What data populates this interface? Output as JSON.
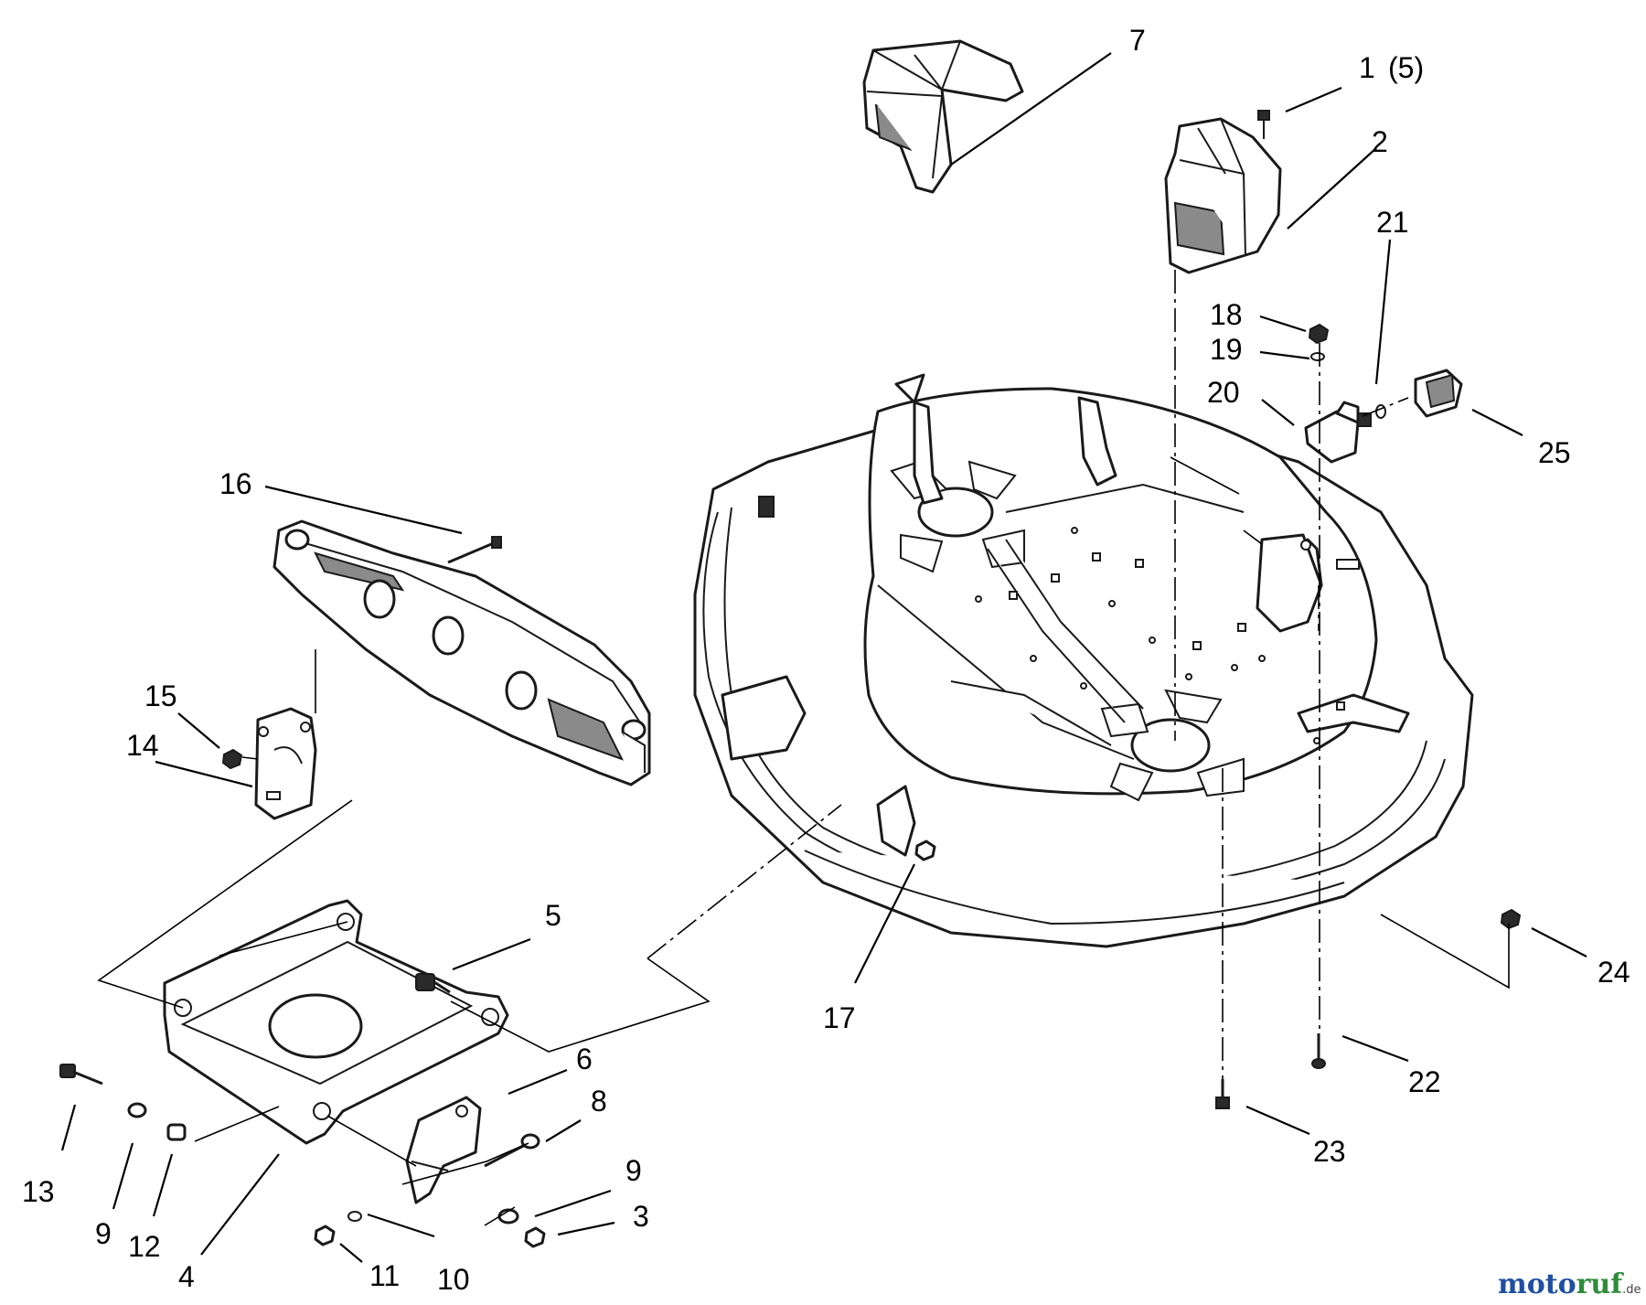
{
  "callouts": [
    {
      "id": "c1",
      "text": "1"
    },
    {
      "id": "c1q",
      "text": "(5)"
    },
    {
      "id": "c2",
      "text": "2"
    },
    {
      "id": "c3",
      "text": "3"
    },
    {
      "id": "c4",
      "text": "4"
    },
    {
      "id": "c5",
      "text": "5"
    },
    {
      "id": "c6",
      "text": "6"
    },
    {
      "id": "c7",
      "text": "7"
    },
    {
      "id": "c8",
      "text": "8"
    },
    {
      "id": "c9a",
      "text": "9"
    },
    {
      "id": "c9b",
      "text": "9"
    },
    {
      "id": "c10",
      "text": "10"
    },
    {
      "id": "c11",
      "text": "11"
    },
    {
      "id": "c12",
      "text": "12"
    },
    {
      "id": "c13",
      "text": "13"
    },
    {
      "id": "c14",
      "text": "14"
    },
    {
      "id": "c15",
      "text": "15"
    },
    {
      "id": "c16",
      "text": "16"
    },
    {
      "id": "c17",
      "text": "17"
    },
    {
      "id": "c18",
      "text": "18"
    },
    {
      "id": "c19",
      "text": "19"
    },
    {
      "id": "c20",
      "text": "20"
    },
    {
      "id": "c21",
      "text": "21"
    },
    {
      "id": "c22",
      "text": "22"
    },
    {
      "id": "c23",
      "text": "23"
    },
    {
      "id": "c24",
      "text": "24"
    },
    {
      "id": "c25",
      "text": "25"
    }
  ],
  "watermark": {
    "brand_a": "moto",
    "brand_b": "ruf",
    "suffix": ".de",
    "colors": [
      "#1f4fa3",
      "#d4202a",
      "#2e8b3a",
      "#e8a317"
    ]
  }
}
